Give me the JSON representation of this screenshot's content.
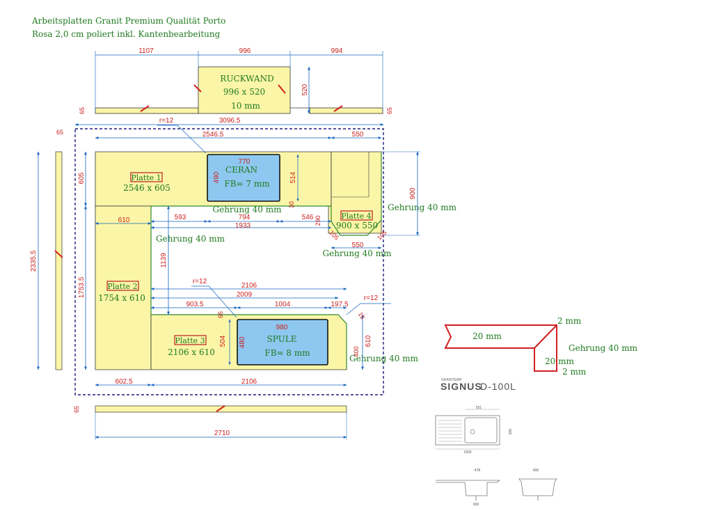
{
  "header": {
    "line1": "Arbeitsplatten Granit Premium Qualität Porto",
    "line2": "Rosa 2,0 cm poliert inkl. Kantenbearbeitung"
  },
  "colors": {
    "slab": "#fbf5a7",
    "cutout": "#8ec8f0",
    "dimension": "#1565c0",
    "dimension_text": "#cc1f1f",
    "label_green": "#1f7a1f",
    "label_box": "#b81f1f",
    "outline": "#1a1a7a",
    "profile_red": "#d11f1f"
  },
  "backsplash": {
    "label": "RUCKWAND",
    "size": "996 x 520",
    "thickness": "10 mm",
    "dims": {
      "left": "1107",
      "center": "996",
      "right": "994",
      "height": "520",
      "strip_left": "65",
      "strip_right": "65"
    }
  },
  "plates": [
    {
      "name": "Platte 1",
      "size": "2546 x 605"
    },
    {
      "name": "Platte 2",
      "size": "1754 x 610"
    },
    {
      "name": "Platte 3",
      "size": "2106 x 610"
    },
    {
      "name": "Platte 4",
      "size": "900 x 550"
    }
  ],
  "cutouts": {
    "ceran": {
      "label": "CERAN",
      "fb": "FB= 7 mm",
      "width": "770",
      "height": "490",
      "depth": "514",
      "corner": "r=12"
    },
    "spule": {
      "label": "SPULE",
      "fb": "FB= 8 mm",
      "width": "980",
      "height": "480",
      "depth": "504",
      "corner": "r=12"
    }
  },
  "miters": [
    "Gehrung 40 mm",
    "Gehrung 40 mm",
    "Gehrung 40 mm",
    "Gehrung 40 mm",
    "Gehrung 40 mm"
  ],
  "dims": {
    "total_width": "3096.5",
    "top_inner": "2546.5",
    "top_right": "550",
    "left_total": "2335.5",
    "left_inner": "1753.5",
    "left_top": "605",
    "left_strip": "65",
    "p1_593": "593",
    "p1_794": "794",
    "p1_546": "546",
    "p1_1933": "1933",
    "p2_610": "610",
    "p2_1139": "1139",
    "mid_2106": "2106",
    "mid_2009": "2009",
    "mid_903": "903.5",
    "mid_1004": "1004",
    "mid_197": "197.5",
    "p4_900": "900",
    "p4_550": "550",
    "p4_290": "290",
    "p4_30": "30",
    "p4_105a": "105",
    "p4_105b": "105",
    "p3_610": "610",
    "p3_400": "400",
    "p3_15": "15",
    "p3_65": "65",
    "bottom_602": "602.5",
    "bottom_2106": "2106",
    "strip_65": "65",
    "bottom_2710": "2710"
  },
  "profile": {
    "top": "20 mm",
    "thick_top": "2 mm",
    "miter": "Gehrung 40 mm",
    "height": "20 mm",
    "thick_bottom": "2 mm"
  },
  "sink_product": {
    "brand": "GRANITEMP",
    "model_bold": "SIGNUS",
    "model_suffix": "D-100L",
    "dims": [
      "551",
      "500",
      "1000",
      "478",
      "600",
      "400"
    ]
  }
}
